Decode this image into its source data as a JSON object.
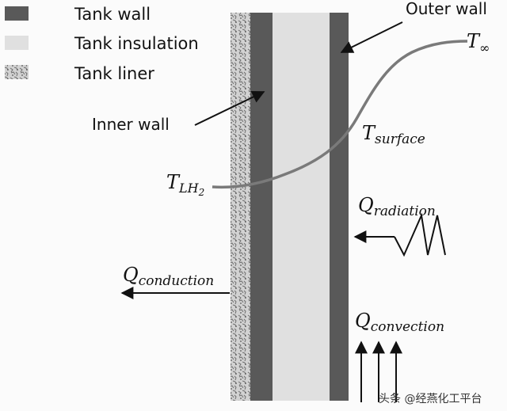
{
  "legend": {
    "items": [
      {
        "label": "Tank wall",
        "swatch": "#595959"
      },
      {
        "label": "Tank insulation",
        "swatch": "#e0e0e0"
      },
      {
        "label": "Tank liner",
        "swatch": "pattern"
      }
    ]
  },
  "labels": {
    "outer_wall": "Outer wall",
    "inner_wall": "Inner wall",
    "t_inf": {
      "main": "T",
      "sub": "∞"
    },
    "t_surface": {
      "main": "T",
      "sub": "surface"
    },
    "t_lh2": {
      "main": "T",
      "sub": "LH",
      "subsub": "2"
    },
    "q_radiation": {
      "main": "Q",
      "sub": "radiation"
    },
    "q_conduction": {
      "main": "Q",
      "sub": "conduction"
    },
    "q_convection": {
      "main": "Q",
      "sub": "convection"
    }
  },
  "watermark": "头条 @经燕化工平台",
  "colors": {
    "wall": "#595959",
    "insulation": "#e0e0e0",
    "curve": "#7a7a7a",
    "arrow": "#111111"
  }
}
